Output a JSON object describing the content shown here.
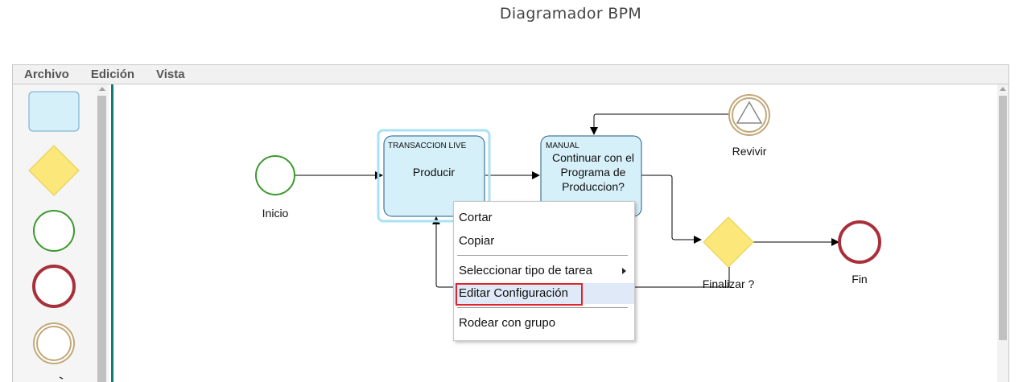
{
  "page": {
    "title": "Diagramador BPM"
  },
  "menubar": {
    "items": [
      "Archivo",
      "Edición",
      "Vista"
    ]
  },
  "palette": {
    "shapes": [
      "task-shape",
      "gateway-shape",
      "start-event-shape",
      "end-event-shape",
      "intermediate-event-shape"
    ]
  },
  "diagram": {
    "start_label": "Inicio",
    "task1": {
      "type": "TRANSACCION LIVE",
      "name": "Producir"
    },
    "task2": {
      "type": "MANUAL",
      "name_lines": [
        "Continuar con el",
        "Programa de",
        "Produccion?"
      ]
    },
    "revive_label": "Revivir",
    "gateway_label": "Finalizar ?",
    "end_label": "Fin"
  },
  "context_menu": {
    "items": [
      "Cortar",
      "Copiar",
      "Seleccionar tipo de tarea",
      "Editar Configuración",
      "Rodear con grupo"
    ],
    "highlighted": "Editar Configuración"
  },
  "colors": {
    "start": "#3a9a2c",
    "end": "#a8303a",
    "intermediate": "#c2a878",
    "task_fill": "#d6f0fa",
    "task_stroke": "#1f5a85",
    "gateway": "#fbe77a",
    "accent": "#0f7d6e"
  }
}
